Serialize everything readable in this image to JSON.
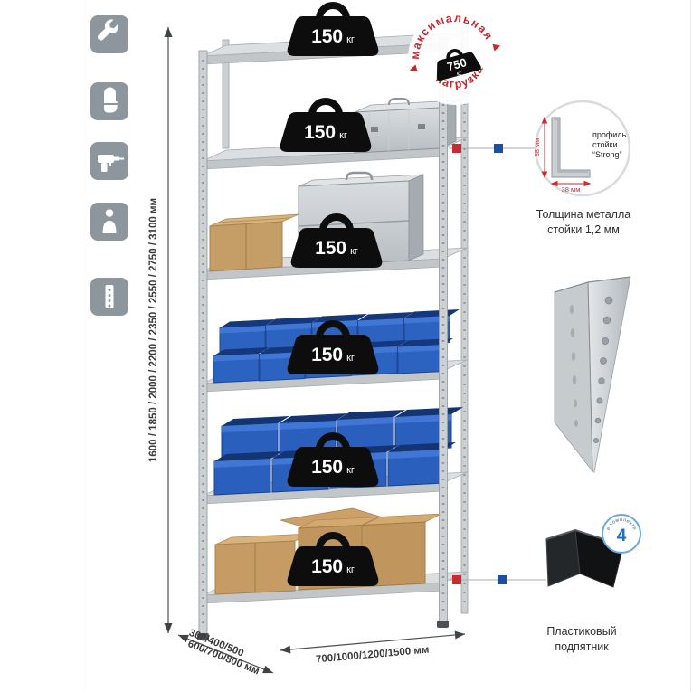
{
  "icons": {
    "items": [
      {
        "name": "wrench"
      },
      {
        "name": "glove"
      },
      {
        "name": "drill"
      },
      {
        "name": "person"
      },
      {
        "name": "post"
      }
    ]
  },
  "dimensions": {
    "height": "1600 / 1850 / 2000 / 2200 / 2350 / 2550 / 2750 / 3100 мм",
    "width": "700/1000/1200/1500 мм",
    "depth_line1": "300/400/500",
    "depth_line2": "600/700/800 мм"
  },
  "shelf_loads": [
    {
      "value": "150",
      "unit": "кг"
    },
    {
      "value": "150",
      "unit": "кг"
    },
    {
      "value": "150",
      "unit": "кг"
    },
    {
      "value": "150",
      "unit": "кг"
    },
    {
      "value": "150",
      "unit": "кг"
    },
    {
      "value": "150",
      "unit": "кг"
    }
  ],
  "stamp": {
    "arc_top": "максимальная",
    "arc_bottom": "нагрузка",
    "value": "750",
    "unit": "кг"
  },
  "profile": {
    "label_line1": "профиль",
    "label_line2": "стойки",
    "label_line3": "“Strong”",
    "dim_vertical": "38 мм",
    "dim_horizontal": "38 мм",
    "caption_line1": "Толщина металла",
    "caption_line2": "стойки 1,2 мм"
  },
  "foot": {
    "badge_number": "4",
    "badge_arc": "в комплекте",
    "caption_line1": "Пластиковый",
    "caption_line2": "подпятник"
  },
  "colors": {
    "accent_red": "#cc2a30",
    "accent_blue": "#1c4f9e",
    "bin_blue": "#2d63c0",
    "metal_gray": "#cdd1d4"
  }
}
